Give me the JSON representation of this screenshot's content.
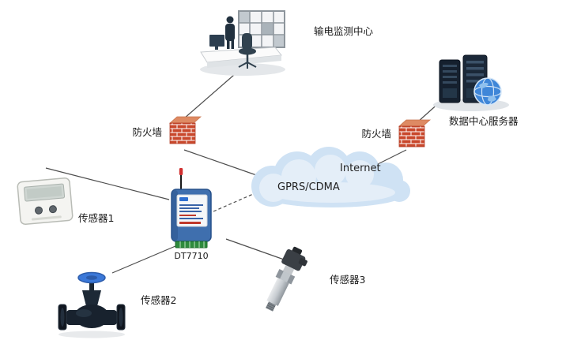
{
  "labels": {
    "monitoring_center": "输电监测中心",
    "data_center": "数据中心服务器",
    "firewall_left": "防火墙",
    "firewall_right": "防火墙",
    "internet": "Internet",
    "gprs_cdma": "GPRS/CDMA",
    "dtu": "DT7710",
    "sensor1": "传感器1",
    "sensor2": "传感器2",
    "sensor3": "传感器3"
  },
  "colors": {
    "cloud": "#cfe2f4",
    "cloud_highlight": "#e4eef8",
    "firewall_brick": "#c9482c",
    "firewall_top": "#de8a63",
    "dtu_body": "#3f6fae",
    "dtu_terminal": "#2e8b3d",
    "antenna_tip": "#d12f2f",
    "valve_handle": "#3b78d8",
    "valve_body": "#18222e",
    "server_tower": "#1b2838",
    "globe": "#3f86d8",
    "line": "#4d4d4d"
  },
  "icons": [
    "monitoring-workstation-icon",
    "firewall-icon",
    "cloud-icon",
    "server-rack-icon",
    "globe-icon",
    "dtu-device-icon",
    "antenna-icon",
    "panel-sensor-icon",
    "valve-icon",
    "pressure-transmitter-icon"
  ],
  "connections": [
    {
      "from": "monitoring-center",
      "to": "firewall-left",
      "style": "solid"
    },
    {
      "from": "firewall-left",
      "to": "cloud",
      "style": "solid"
    },
    {
      "from": "cloud",
      "to": "firewall-right",
      "style": "solid"
    },
    {
      "from": "firewall-right",
      "to": "data-center-server",
      "style": "solid"
    },
    {
      "from": "dtu",
      "to": "cloud",
      "style": "dashed"
    },
    {
      "from": "sensor1",
      "to": "dtu",
      "style": "solid"
    },
    {
      "from": "sensor2",
      "to": "dtu",
      "style": "solid"
    },
    {
      "from": "sensor3",
      "to": "dtu",
      "style": "solid"
    }
  ]
}
